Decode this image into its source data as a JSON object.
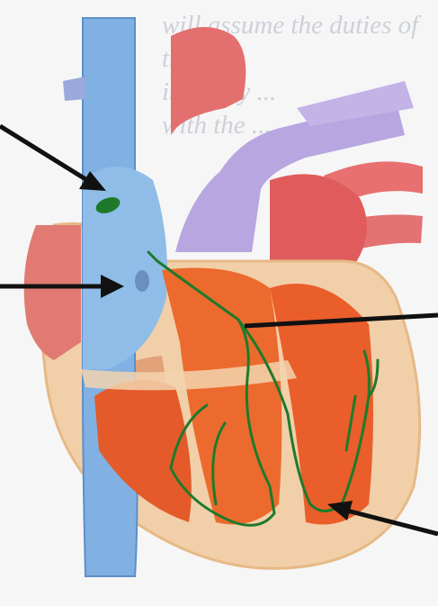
{
  "background_text": "will assume the duties of the\nin a way ...\nwith the ...",
  "colors": {
    "vena_cava": "#7fb0e0",
    "vena_cava_dark": "#5c8fc8",
    "aorta": "#e26f6f",
    "pulmonary": "#b9a8e0",
    "myocardium": "#f0c9a8",
    "muscle": "#e8602a",
    "conduction": "#1f7a2a",
    "arrow": "#111111"
  },
  "pointers": [
    {
      "id": "sa-node-pointer"
    },
    {
      "id": "av-node-pointer"
    },
    {
      "id": "bundle-branch-pointer"
    },
    {
      "id": "purkinje-pointer"
    }
  ]
}
